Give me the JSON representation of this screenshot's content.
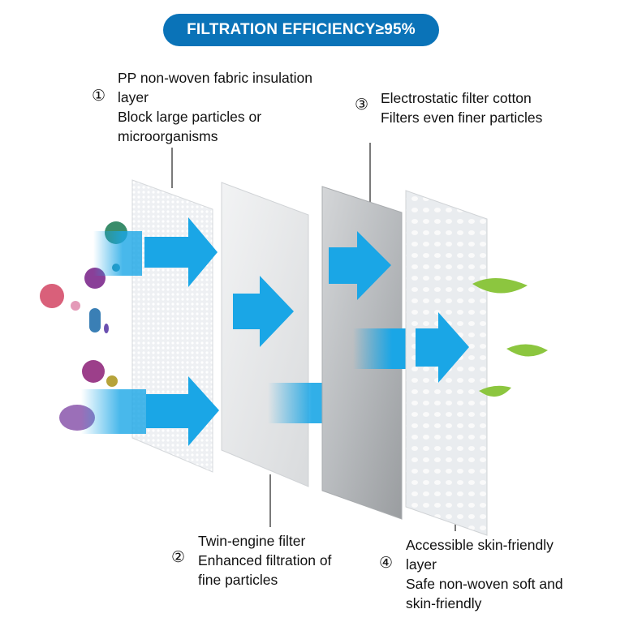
{
  "banner": {
    "title": "FILTRATION EFFICIENCY≥95%"
  },
  "layers": [
    {
      "number": "①",
      "lines": [
        "PP non-woven fabric insulation",
        "layer",
        "Block large particles or",
        "microorganisms"
      ]
    },
    {
      "number": "②",
      "lines": [
        "Twin-engine filter",
        "Enhanced filtration of",
        "fine particles"
      ]
    },
    {
      "number": "③",
      "lines": [
        "Electrostatic filter cotton",
        "Filters even finer particles"
      ]
    },
    {
      "number": "④",
      "lines": [
        "Accessible skin-friendly",
        "layer",
        "Safe non-woven soft and",
        "skin-friendly"
      ]
    }
  ],
  "colors": {
    "banner": "#0a73b8",
    "arrow": "#1aa6e6",
    "leaf": "#8cc63f"
  }
}
